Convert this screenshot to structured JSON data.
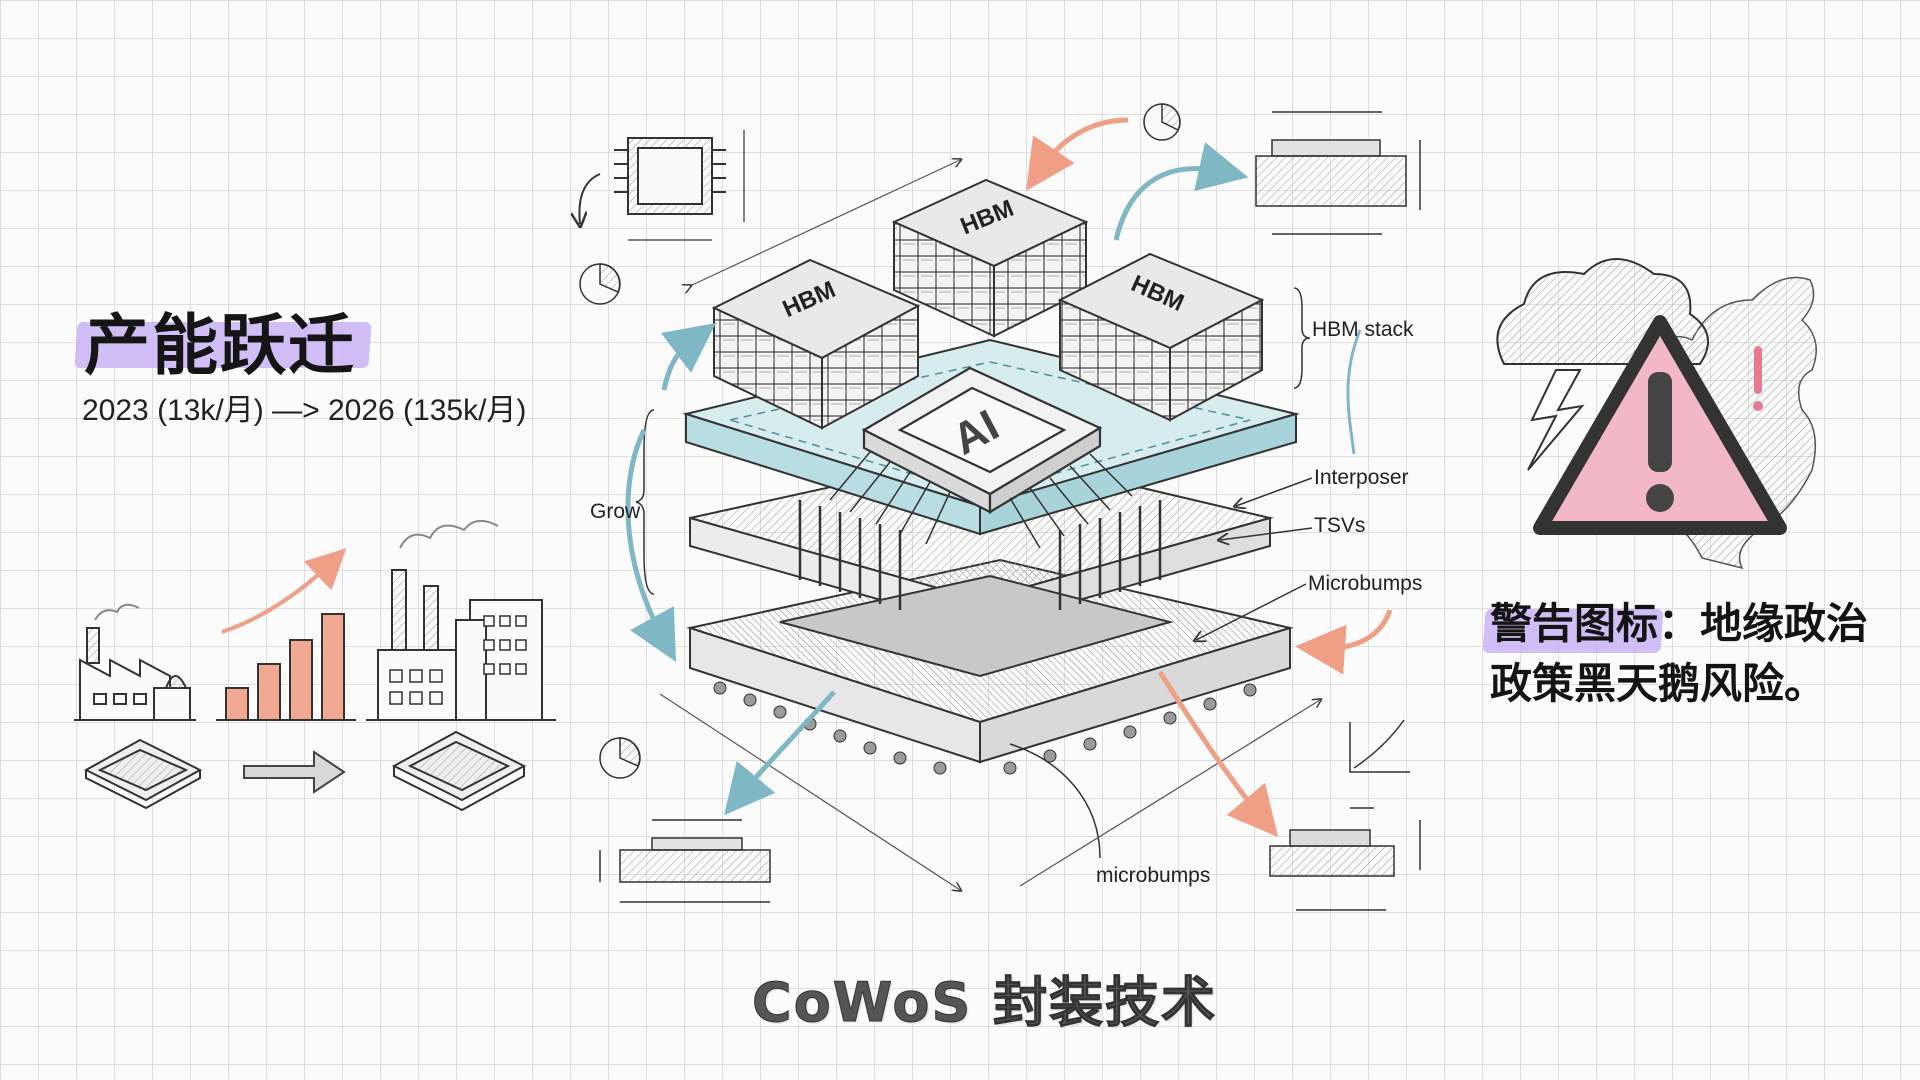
{
  "left_panel": {
    "title": "产能跃迁",
    "subtitle": "2023 (13k/月) —> 2026 (135k/月)"
  },
  "diagram": {
    "chip_label": "AI",
    "hbm_labels": [
      "HBM",
      "HBM",
      "HBM"
    ],
    "callouts": {
      "hbm_stack": "HBM stack",
      "interposer": "Interposer",
      "tsvs": "TSVs",
      "microbumps_upper": "Microbumps",
      "microbumps_lower": "microbumps",
      "grow": "Grow"
    },
    "caption": "CoWoS 封装技术"
  },
  "warning": {
    "lead": "警告图标",
    "text": "：地缘政治政策黑天鹅风险。"
  },
  "colors": {
    "highlight": "#c9b3f5",
    "interposer": "#cfe8ec",
    "accent_blue": "#7fb7c4",
    "accent_salmon": "#ee9f86",
    "warning_fill": "#f2b8c8"
  }
}
